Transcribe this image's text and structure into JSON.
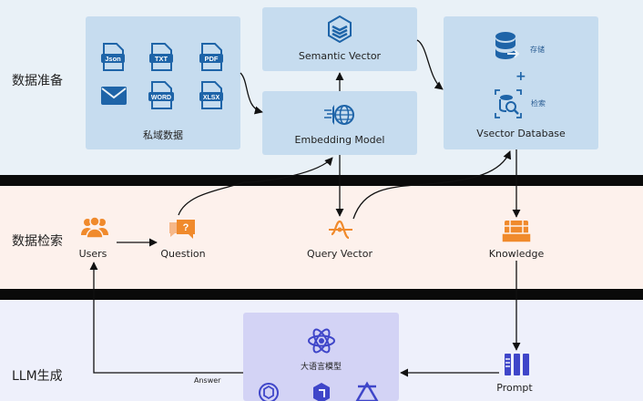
{
  "rows": {
    "prep": "数据准备",
    "retrieval": "数据检索",
    "generation": "LLM生成"
  },
  "private_data": {
    "title": "私域数据",
    "files": [
      "Json",
      "TXT",
      "PDF",
      "WORD",
      "XLSX"
    ]
  },
  "semantic_vector": {
    "label": "Semantic Vector"
  },
  "embedding_model": {
    "label": "Embedding Model"
  },
  "vector_db": {
    "label": "Vsector Database",
    "store": "存储",
    "plus": "+",
    "search": "检索"
  },
  "retrieval_nodes": {
    "users": "Users",
    "question": "Question",
    "query_vector": "Query Vector",
    "knowledge": "Knowledge"
  },
  "llm": {
    "title": "大语言模型",
    "prompt": "Prompt",
    "answer": "Answer"
  },
  "colors": {
    "blue_icon": "#1e64a8",
    "orange_icon": "#f08a2c",
    "purple_icon": "#3f46c9",
    "panel_blue": "#c6dcef",
    "panel_purple": "#d3d3f5"
  }
}
